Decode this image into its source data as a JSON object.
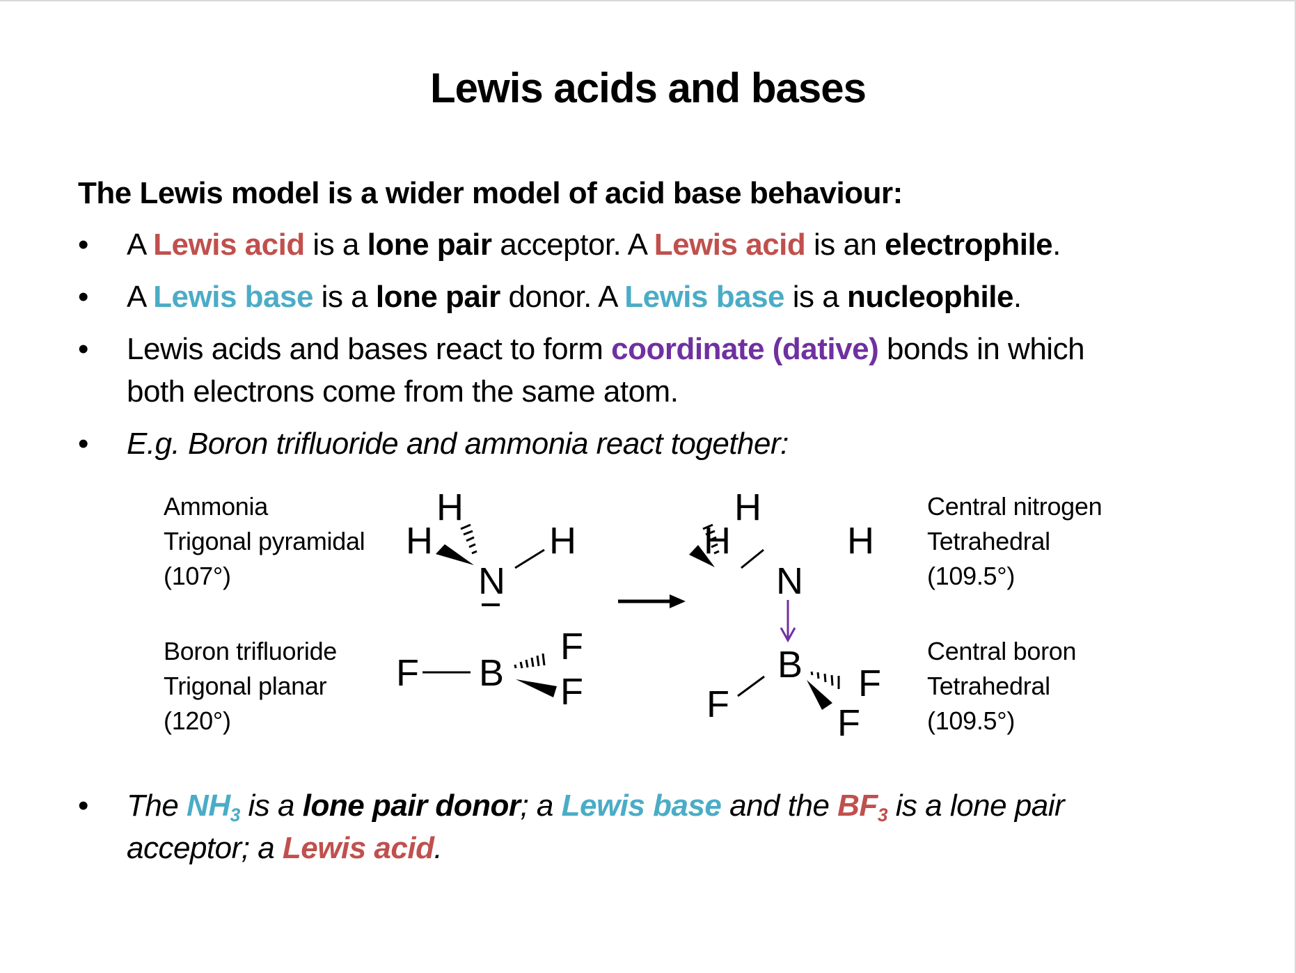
{
  "title": "Lewis acids and bases",
  "intro": "The Lewis model is a wider model of acid base behaviour:",
  "bullet_symbol": "•",
  "bullets": {
    "b1": {
      "p1": "A ",
      "acid1": "Lewis acid",
      "p2": " is a ",
      "lp": "lone pair",
      "p3": " acceptor. A ",
      "acid2": "Lewis acid",
      "p4": " is an ",
      "electrophile": "electrophile",
      "p5": "."
    },
    "b2": {
      "p1": "A ",
      "base1": "Lewis base",
      "p2": " is a ",
      "lp": "lone pair",
      "p3": " donor. A ",
      "base2": "Lewis base",
      "p4": " is a ",
      "nucleophile": "nucleophile",
      "p5": "."
    },
    "b3": {
      "p1": "Lewis acids and bases react to form ",
      "dative": "coordinate (dative)",
      "p2": " bonds in which",
      "line2": "both electrons come from the same atom."
    },
    "b4": {
      "text": "E.g. Boron trifluoride and ammonia react together:"
    },
    "b5": {
      "p1": "The ",
      "nh": "NH",
      "nh_sub": "3",
      "p2": " is a ",
      "donor": "lone pair donor",
      "p3": "; a ",
      "base": "Lewis base",
      "p4": " and the ",
      "bf": "BF",
      "bf_sub": "3",
      "p5": " is a lone pair",
      "line2_p1": "acceptor; a ",
      "acid": "Lewis acid",
      "line2_p2": "."
    }
  },
  "diagram": {
    "ammonia": {
      "name": "Ammonia",
      "shape": "Trigonal pyramidal",
      "angle": "(107°)"
    },
    "bf3": {
      "name": "Boron trifluoride",
      "shape": "Trigonal planar",
      "angle": "(120°)"
    },
    "product_n": {
      "name": "Central nitrogen",
      "shape": "Tetrahedral",
      "angle": "(109.5°)"
    },
    "product_b": {
      "name": "Central boron",
      "shape": "Tetrahedral",
      "angle": "(109.5°)"
    },
    "atoms": {
      "H": "H",
      "N": "N",
      "B": "B",
      "F": "F"
    },
    "reaction_arrow": "right-arrow-icon",
    "dative_arrow": "down-arrow-icon"
  },
  "colors": {
    "acid": "#c0504d",
    "base": "#4bacc6",
    "dative": "#7030a0"
  }
}
